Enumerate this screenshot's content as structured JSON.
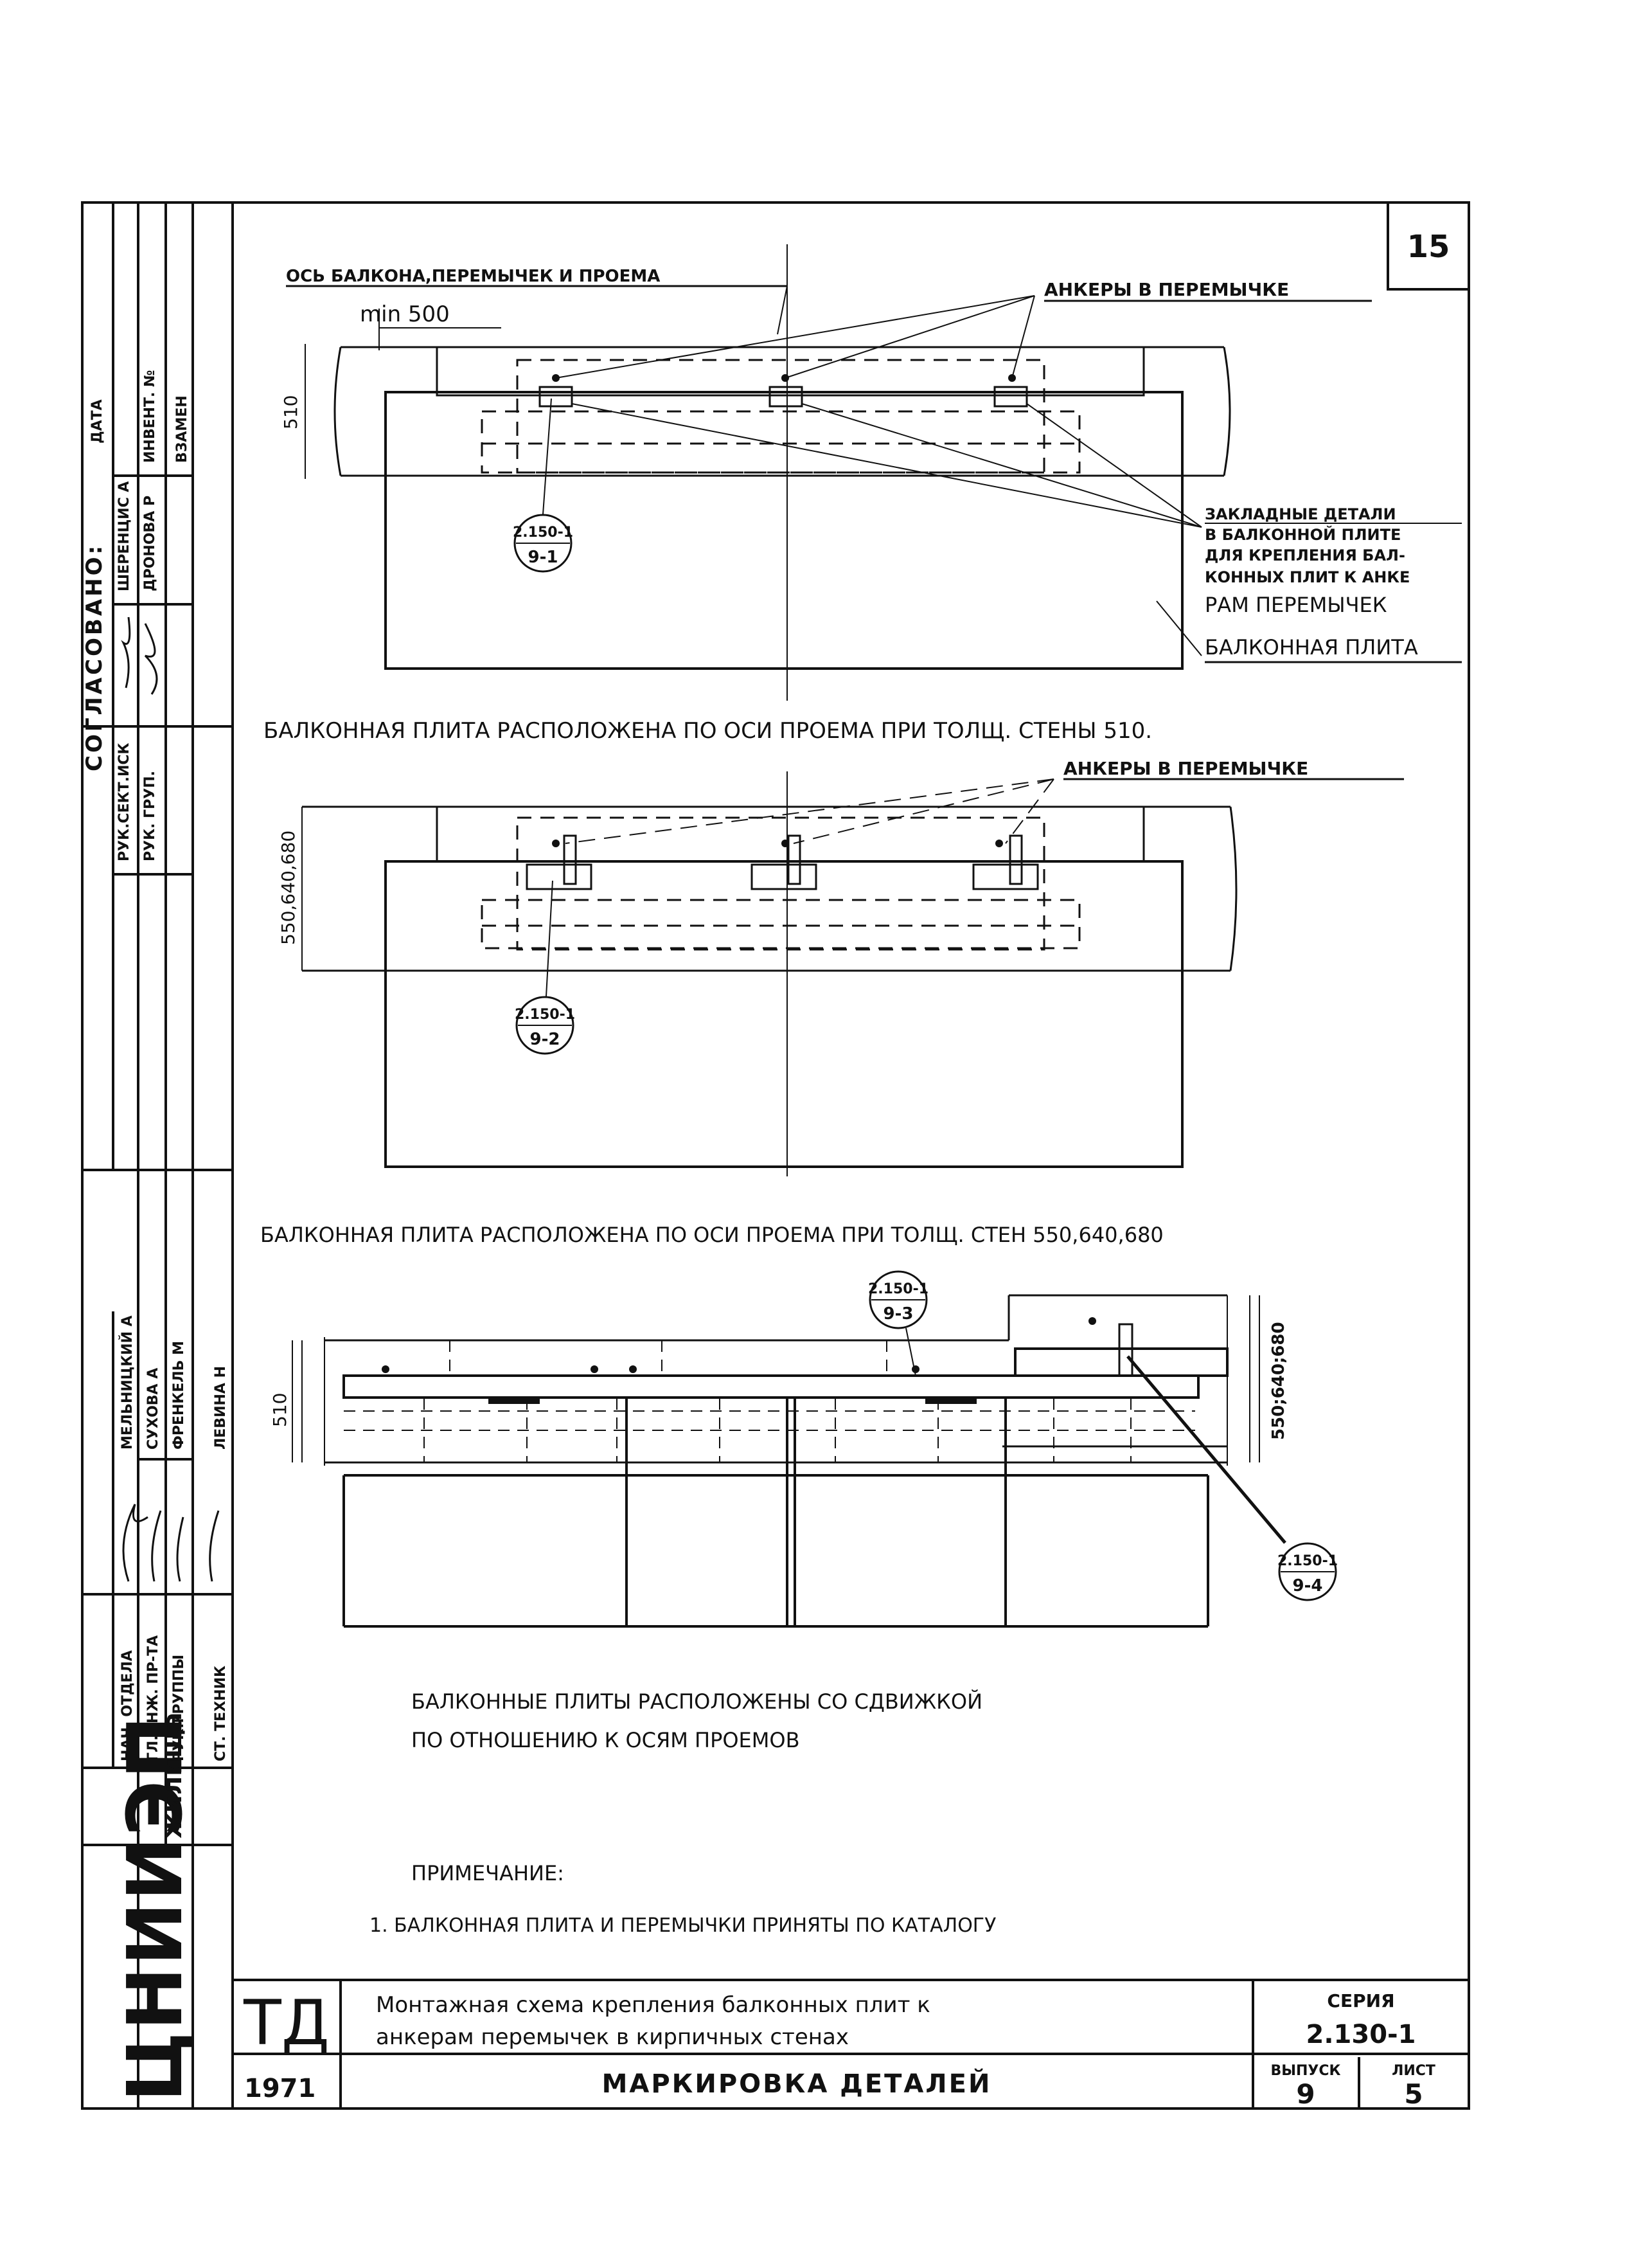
{
  "sheet": {
    "number": "15",
    "td_label": "ТД",
    "year": "1971",
    "title_line1": "Монтажная схема крепления балконных плит к",
    "title_line2": "анкерам перемычек в кирпичных стенах",
    "subtitle": "МАРКИРОВКА ДЕТАЛЕЙ",
    "series_label": "СЕРИЯ",
    "series_value": "2.130-1",
    "issue_label": "ВЫПУСК",
    "issue_value": "9",
    "sheet_label": "ЛИСТ",
    "sheet_value": "5",
    "org_main": "ЦНИИЭП",
    "org_sub": "жилища"
  },
  "approval": {
    "header": "СОГЛАСОВАНО:",
    "date_label": "ДАТА",
    "inv_label": "ИНВЕНТ. №",
    "exchange_label": "ВЗАМЕН",
    "rows": [
      {
        "role": "РУК.СЕКТ.ИСК",
        "name": "ШЕРЕНЦИС А"
      },
      {
        "role": "РУК. ГРУП.",
        "name": "ДРОНОВА Р"
      }
    ]
  },
  "staff": [
    {
      "role": "НАЧ. ОТДЕЛА",
      "name": "МЕЛЬНИЦКИЙ А"
    },
    {
      "role": "ГЛ.ИНЖ. ПР-ТА",
      "name": "СУХОВА А"
    },
    {
      "role": "РУК.ГРУППЫ",
      "name": "ФРЕНКЕЛЬ М"
    },
    {
      "role": "СТ. ТЕХНИК",
      "name": "ЛЕВИНА Н"
    }
  ],
  "diagram1": {
    "axis_label": "ОСЬ БАЛКОНА,ПЕРЕМЫЧЕК И ПРОЕМА",
    "min_dim": "min 500",
    "anchors_label": "АНКЕРЫ В ПЕРЕМЫЧКЕ",
    "dim_left": "510",
    "mark_top": "2.150-1",
    "mark_bottom": "9-1",
    "embedded_1": "ЗАКЛАДНЫЕ ДЕТАЛИ",
    "embedded_2": "В БАЛКОННОЙ ПЛИТЕ",
    "embedded_3": "ДЛЯ КРЕПЛЕНИЯ БАЛ-",
    "embedded_4": "КОННЫХ ПЛИТ К АНКЕ",
    "embedded_5": "РАМ ПЕРЕМЫЧЕК",
    "slab_label": "БАЛКОННАЯ ПЛИТА",
    "caption": "БАЛКОННАЯ ПЛИТА РАСПОЛОЖЕНА ПО ОСИ ПРОЕМА ПРИ ТОЛЩ. СТЕНЫ 510."
  },
  "diagram2": {
    "anchors_label": "АНКЕРЫ В ПЕРЕМЫЧКЕ",
    "dim_left": "550,640,680",
    "mark_top": "2.150-1",
    "mark_bottom": "9-2",
    "caption": "БАЛКОННАЯ ПЛИТА РАСПОЛОЖЕНА ПО ОСИ ПРОЕМА ПРИ ТОЛЩ. СТЕН 550,640,680"
  },
  "diagram3": {
    "mark3_top": "2.150-1",
    "mark3_bottom": "9-3",
    "mark4_top": "2.150-1",
    "mark4_bottom": "9-4",
    "dim_left": "510",
    "dim_right": "550;640;680",
    "caption_1": "БАЛКОННЫЕ ПЛИТЫ РАСПОЛОЖЕНЫ СО СДВИЖКОЙ",
    "caption_2": "ПО ОТНОШЕНИЮ К ОСЯМ ПРОЕМОВ"
  },
  "notes": {
    "header": "ПРИМЕЧАНИЕ:",
    "item1": "1. БАЛКОННАЯ ПЛИТА И ПЕРЕМЫЧКИ ПРИНЯТЫ ПО КАТАЛОГУ"
  }
}
